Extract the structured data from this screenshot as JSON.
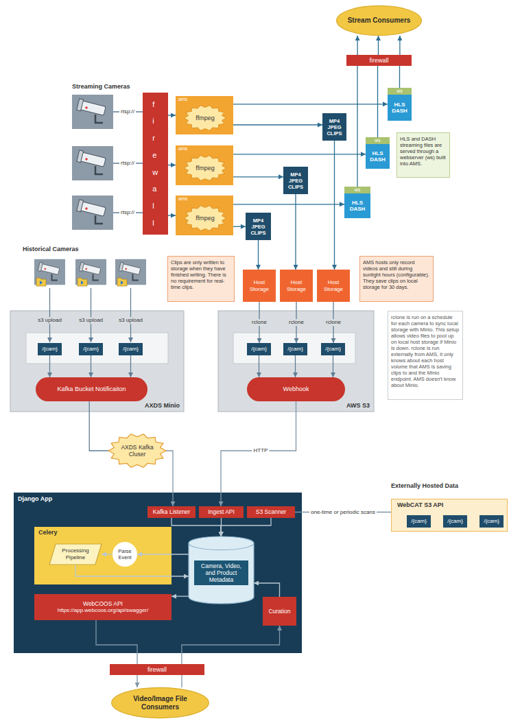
{
  "diagram": {
    "nodes": [
      {
        "text": [
          "Stream Consumers"
        ]
      },
      {
        "text": [
          "firewall"
        ]
      },
      {
        "text": [
          "firewall"
        ]
      },
      {
        "text": [
          "ams"
        ]
      },
      {
        "text": [
          "ffmpeg"
        ],
        "in": 3
      },
      {
        "text": [
          "ams"
        ]
      },
      {
        "text": [
          "ffmpeg"
        ],
        "in": 5
      },
      {
        "text": [
          "ams"
        ]
      },
      {
        "text": [
          "ffmpeg"
        ],
        "in": 7
      },
      {
        "text": [
          "ws",
          "HLS DASH"
        ]
      },
      {
        "text": [
          "MP4 JPEG CLIPS"
        ]
      },
      {
        "text": [
          "ws",
          "HLS DASH"
        ]
      },
      {
        "text": [
          "HLS and DASH streaming files are served through a webserver (ws) built into AMS."
        ]
      },
      {
        "text": [
          "MP4 JPEG CLIPS"
        ]
      },
      {
        "text": [
          "ws",
          "HLS DASH"
        ]
      },
      {
        "text": [
          "MP4 JPEG CLIPS"
        ]
      },
      {
        "text": [
          "Clips are only written to storage when they have finished writing. There is no requirement for real-time clips."
        ]
      },
      {
        "text": [
          "Host Storage"
        ]
      },
      {
        "text": [
          "Host Storage"
        ]
      },
      {
        "text": [
          "Host Storage"
        ]
      },
      {
        "text": [
          "AMS hosts only record videos and still during sunlight hours (configurable). They save clips on local storage for 30 days."
        ]
      },
      {
        "text": [
          "AXDS Minio"
        ]
      },
      {
        "text": [
          "/{cam}"
        ],
        "in": 21
      },
      {
        "text": [
          "/{cam}"
        ],
        "in": 21
      },
      {
        "text": [
          "/{cam}"
        ],
        "in": 21
      },
      {
        "text": [
          "Kafka Bucket Notificaiton"
        ],
        "in": 21
      },
      {
        "text": [
          "AWS S3"
        ]
      },
      {
        "text": [
          "/{cam}"
        ],
        "in": 26
      },
      {
        "text": [
          "/{cam}"
        ],
        "in": 26
      },
      {
        "text": [
          "/{cam}"
        ],
        "in": 26
      },
      {
        "text": [
          "Webhook"
        ],
        "in": 26
      },
      {
        "text": [
          "rclone is run on a schedule for each camera to sync local storage with Minio. This setup allows video files to pool up on local host storage if Minio is down. rclone is run externally from AMS, it only knows about each host volume that AMS is saving clips to and the Minio endpoint. AMS doesn't know about Minio."
        ]
      },
      {
        "text": [
          "AXDS Kafka Cluser"
        ]
      },
      {
        "text": [
          "Django App"
        ]
      },
      {
        "text": [
          "Kafka Listener"
        ],
        "in": 33
      },
      {
        "text": [
          "Ingest API"
        ],
        "in": 33
      },
      {
        "text": [
          "S3 Scanner"
        ],
        "in": 33
      },
      {
        "text": [
          "Celery"
        ],
        "in": 33
      },
      {
        "text": [
          "Processing Pipeline"
        ],
        "in": 37
      },
      {
        "text": [
          "Parse Event"
        ],
        "in": 37
      },
      {
        "text": [
          "Camera, Video, and Product Metadata"
        ],
        "in": 33
      },
      {
        "text": [
          "WebCOOS API",
          "https://app.webcoos.org/api/swagger/"
        ],
        "in": 33
      },
      {
        "text": [
          "Curation"
        ],
        "in": 33
      },
      {
        "text": [
          "WebCAT S3 API"
        ]
      },
      {
        "text": [
          "/{cam}"
        ],
        "in": 43
      },
      {
        "text": [
          "/{cam}"
        ],
        "in": 43
      },
      {
        "text": [
          "/{cam}"
        ],
        "in": 43
      },
      {
        "text": [
          "firewall"
        ]
      },
      {
        "text": [
          "Video/Image File Consumers"
        ]
      }
    ],
    "edges": [
      {
        "from": 2,
        "to": 3,
        "arrow": "to"
      },
      {
        "from": 2,
        "to": 5,
        "arrow": "to"
      },
      {
        "from": 2,
        "to": 7,
        "arrow": "to"
      },
      {
        "from": 3,
        "to": 9,
        "arrow": "to"
      },
      {
        "from": 3,
        "to": 10,
        "arrow": "to"
      },
      {
        "from": 5,
        "to": 11,
        "arrow": "to"
      },
      {
        "from": 5,
        "to": 13,
        "arrow": "to"
      },
      {
        "from": 7,
        "to": 14,
        "arrow": "to"
      },
      {
        "from": 7,
        "to": 15,
        "arrow": "to"
      },
      {
        "from": 9,
        "to": 1,
        "arrow": "none"
      },
      {
        "from": 11,
        "to": 1,
        "arrow": "none"
      },
      {
        "from": 14,
        "to": 1,
        "arrow": "none"
      },
      {
        "from": 1,
        "to": 0,
        "arrow": "to"
      },
      {
        "from": 1,
        "to": 0,
        "arrow": "to"
      },
      {
        "from": 1,
        "to": 0,
        "arrow": "to"
      },
      {
        "from": 10,
        "to": 19,
        "arrow": "to"
      },
      {
        "from": 13,
        "to": 18,
        "arrow": "to"
      },
      {
        "from": 15,
        "to": 17,
        "arrow": "to"
      },
      {
        "from": 17,
        "to": 27,
        "label": "rclone",
        "arrow": "to"
      },
      {
        "from": 18,
        "to": 28,
        "label": "rclone",
        "arrow": "to"
      },
      {
        "from": 19,
        "to": 29,
        "label": "rclone",
        "arrow": "to"
      },
      {
        "from": 22,
        "to": 25,
        "arrow": "to"
      },
      {
        "from": 23,
        "to": 25,
        "arrow": "to"
      },
      {
        "from": 24,
        "to": 25,
        "arrow": "to"
      },
      {
        "from": 27,
        "to": 30,
        "arrow": "to"
      },
      {
        "from": 28,
        "to": 30,
        "arrow": "to"
      },
      {
        "from": 29,
        "to": 30,
        "arrow": "to"
      },
      {
        "from": 25,
        "to": 32,
        "arrow": "none"
      },
      {
        "from": 32,
        "to": 34,
        "arrow": "to"
      },
      {
        "from": 30,
        "to": 35,
        "label": "HTTP",
        "arrow": "to"
      },
      {
        "from": 36,
        "to": 43,
        "label": "one-time or periodic scans",
        "arrow": "none"
      },
      {
        "from": 34,
        "to": 40,
        "arrow": "to"
      },
      {
        "from": 35,
        "to": 40,
        "arrow": "to"
      },
      {
        "from": 36,
        "to": 40,
        "arrow": "to"
      },
      {
        "from": 40,
        "to": 39,
        "arrow": "to"
      },
      {
        "from": 39,
        "to": 38,
        "arrow": "to"
      },
      {
        "from": 38,
        "to": 40,
        "arrow": "to"
      },
      {
        "from": 40,
        "to": 41,
        "arrow": "to"
      },
      {
        "from": 42,
        "to": 40,
        "arrow": "to"
      },
      {
        "from": 41,
        "to": 47,
        "arrow": "none"
      },
      {
        "from": 47,
        "to": 48,
        "arrow": "to"
      },
      {
        "from": 48,
        "to": 47,
        "arrow": "none"
      },
      {
        "from": 47,
        "to": 42,
        "arrow": "to"
      }
    ],
    "labels": [
      "Streaming Cameras",
      "rtsp://",
      "rtsp://",
      "rtsp://",
      "Historical Cameras",
      "s3 upload",
      "s3 upload",
      "s3 upload",
      "Externally Hosted Data"
    ]
  }
}
